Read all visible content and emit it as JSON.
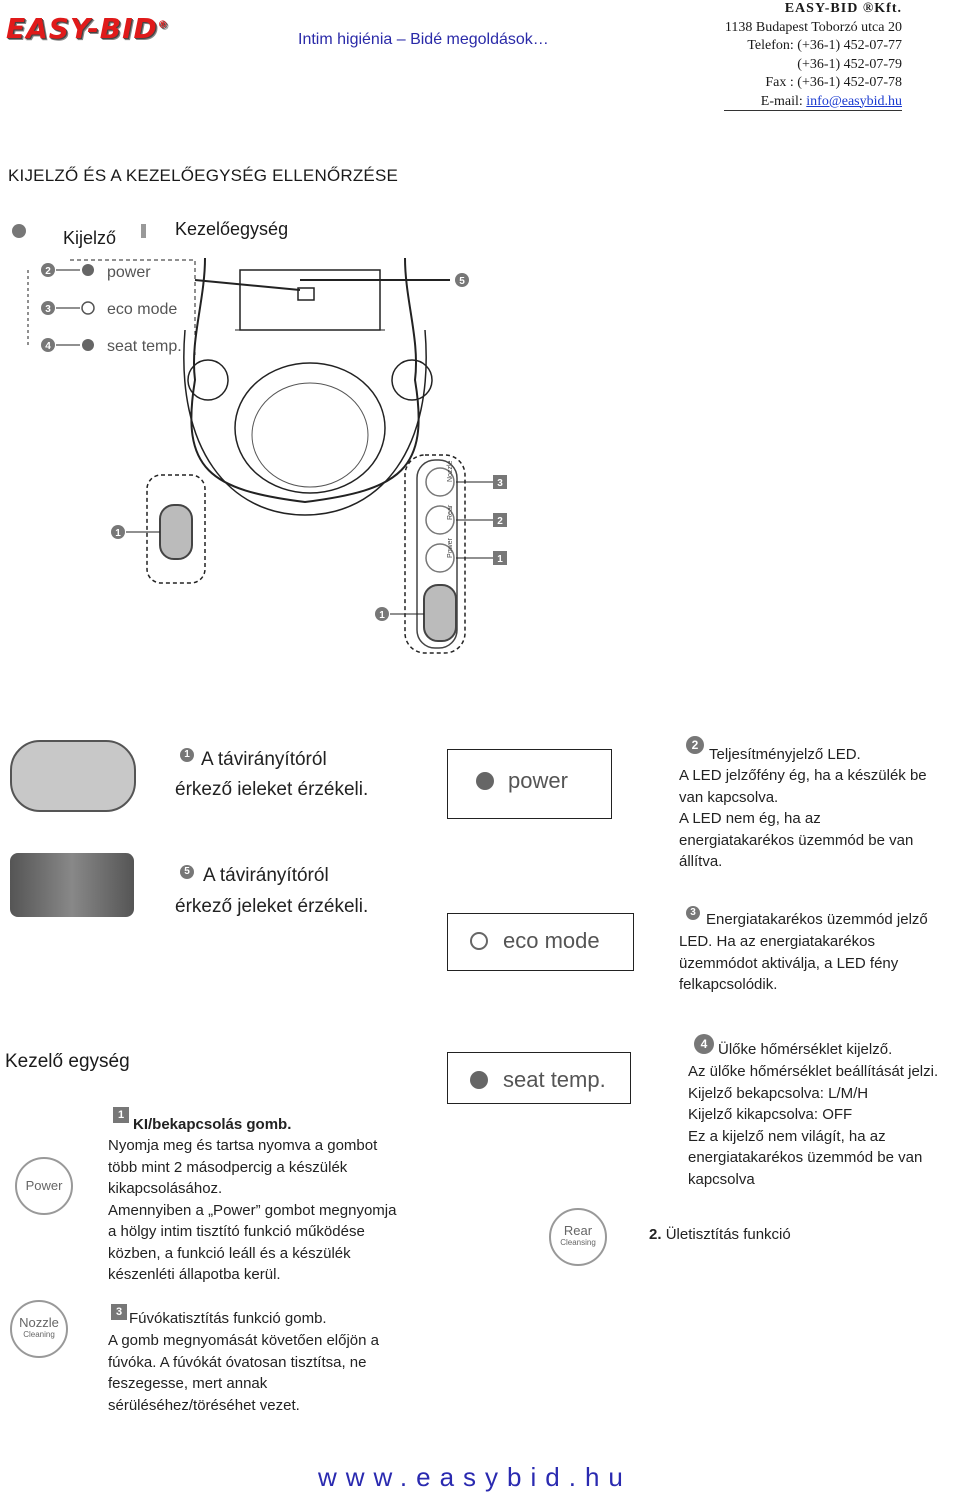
{
  "header": {
    "logo_text": "EASY-BID",
    "logo_reg": "®",
    "tagline": "Intim higiénia – Bidé megoldások…",
    "company": {
      "name": "EASY-BID ®Kft.",
      "address": "1138 Budapest Toborzó utca 20",
      "phone1": "Telefon: (+36-1) 452-07-77",
      "phone2": "(+36-1) 452-07-79",
      "fax": "Fax : (+36-1) 452-07-78",
      "email_label": "E-mail: ",
      "email": "info@easybid.hu"
    }
  },
  "section_title": "KIJELZŐ ÉS A KEZELŐEGYSÉG ELLENŐRZÉSE",
  "legend": {
    "display": "Kijelző",
    "control": "Kezelőegység"
  },
  "diagram": {
    "labels": [
      "power",
      "eco mode",
      "seat temp."
    ],
    "numbers": [
      "1",
      "2",
      "3",
      "4",
      "5"
    ],
    "buttons": {
      "nozzle": "Nozzle",
      "nozzle_sub": "Cleaning",
      "rear": "Rear",
      "rear_sub": "Cleansing",
      "power": "Power"
    }
  },
  "display_section": {
    "item1": {
      "num": "1",
      "line1": "A távirányítóról",
      "line2": "érkező ieleket érzékeli."
    },
    "item5": {
      "num": "5",
      "line1": "A távirányítóról",
      "line2": "érkező jeleket érzékeli."
    },
    "panel_power": "power",
    "panel_eco": "eco mode",
    "panel_seat": "seat temp.",
    "item2": {
      "num": "2",
      "title": "Teljesítményjelző LED.",
      "lines": [
        "A LED jelzőfény ég, ha a készülék be",
        "van kapcsolva.",
        "A LED nem ég, ha az",
        "energiatakarékos üzemmód be van",
        "állítva."
      ]
    },
    "item3": {
      "num": "3",
      "title": "Energiatakarékos üzemmód jelző",
      "lines": [
        "LED. Ha az energiatakarékos",
        "üzemmódot aktiválja, a LED fény",
        "felkapcsolódik."
      ]
    }
  },
  "control_section": {
    "title": "Kezelő egység",
    "btn1": {
      "num": "1",
      "title": "KI/bekapcsolás gomb.",
      "lines": [
        "Nyomja meg és tartsa nyomva a gombot",
        "több mint 2 másodpercig a készülék",
        "kikapcsolásához.",
        "Amennyiben a „Power” gombot megnyomja",
        "a hölgy intim tisztító funkció működése",
        "közben, a funkció leáll és a készülék",
        "készenléti állapotba kerül."
      ]
    },
    "btn1_icon": "Power",
    "item4": {
      "num": "4",
      "title": "Ülőke hőmérséklet kijelző.",
      "lines": [
        "Az ülőke hőmérséklet beállítását jelzi.",
        "Kijelző bekapcsolva: L/M/H",
        "Kijelző kikapcsolva: OFF",
        "Ez a kijelző nem világít, ha az",
        "energiatakarékos üzemmód be van",
        "kapcsolva"
      ]
    },
    "rear_icon": "Rear",
    "rear_icon_sub": "Cleansing",
    "item_rear": {
      "num": "2.",
      "title": "Ületisztítás funkció"
    },
    "nozzle_icon": "Nozzle",
    "nozzle_icon_sub": "Cleaning",
    "btn3": {
      "num": "3",
      "title": "Fúvókatisztítás funkció gomb.",
      "lines": [
        "A gomb megnyomását követően előjön a",
        "fúvóka. A fúvókát óvatosan tisztítsa, ne",
        "feszegesse, mert annak",
        "sérüléséhez/töréséhet vezet."
      ]
    }
  },
  "footer": "www.easybid.hu",
  "colors": {
    "logo_red": "#e01a1a",
    "link_blue": "#2a2ab0",
    "led_gray": "#777777"
  }
}
